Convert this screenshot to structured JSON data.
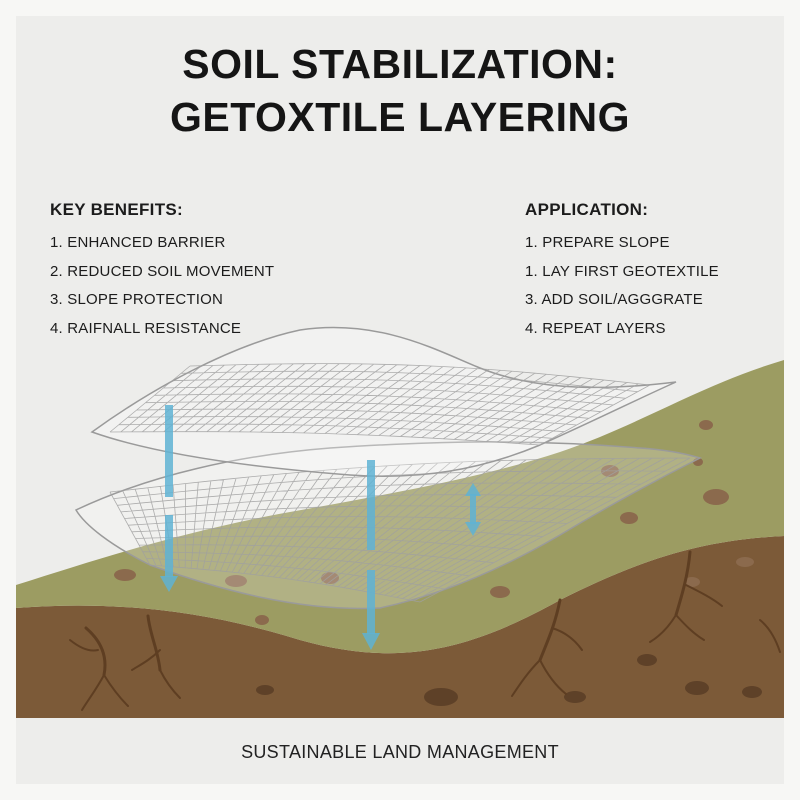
{
  "title": {
    "line1": "SOIL STABILIZATION:",
    "line2": "GETOXTILE LAYERING"
  },
  "benefits": {
    "heading": "KEY BENEFITS:",
    "items": [
      "1. ENHANCED BARRIER",
      "2. REDUCED SOIL MOVEMENT",
      "3. SLOPE PROTECTION",
      "4. RAIFNALL RESISTANCE"
    ]
  },
  "application": {
    "heading": "APPLICATION:",
    "items": [
      "1. PREPARE SLOPE",
      "1. LAY FIRST GEOTEXTILE",
      "3. ADD SOIL/AGGGRATE",
      "4. REPEAT LAYERS"
    ]
  },
  "footer": "SUSTAINABLE LAND MANAGEMENT",
  "colors": {
    "background": "#ededeb",
    "grass": "#9c9c62",
    "soil": "#7c5a38",
    "root": "#5e3e22",
    "rock": "#8b6a4d",
    "arrow": "#5fb3d4",
    "mesh": "#9a9a9a"
  }
}
